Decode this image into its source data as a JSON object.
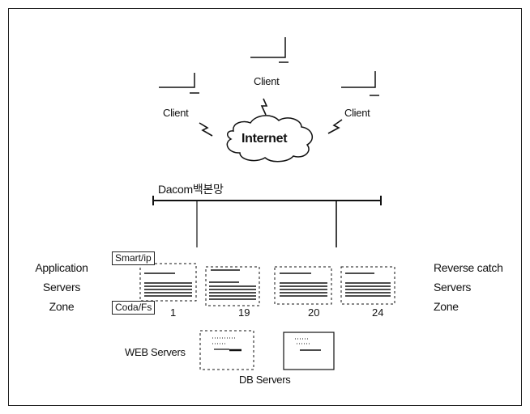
{
  "clients": {
    "top": "Client",
    "left": "Client",
    "right": "Client"
  },
  "internet": "Internet",
  "backbone": "Dacom백본망",
  "zones": {
    "application": [
      "Application",
      "Servers",
      "Zone"
    ],
    "reverse": [
      "Reverse catch",
      "Servers",
      "Zone"
    ]
  },
  "tags": {
    "smart": "Smart/ip",
    "coda": "Coda/Fs"
  },
  "server_numbers": [
    "1",
    "19",
    "20",
    "24"
  ],
  "web_servers": "WEB Servers",
  "db_servers": "DB Servers"
}
